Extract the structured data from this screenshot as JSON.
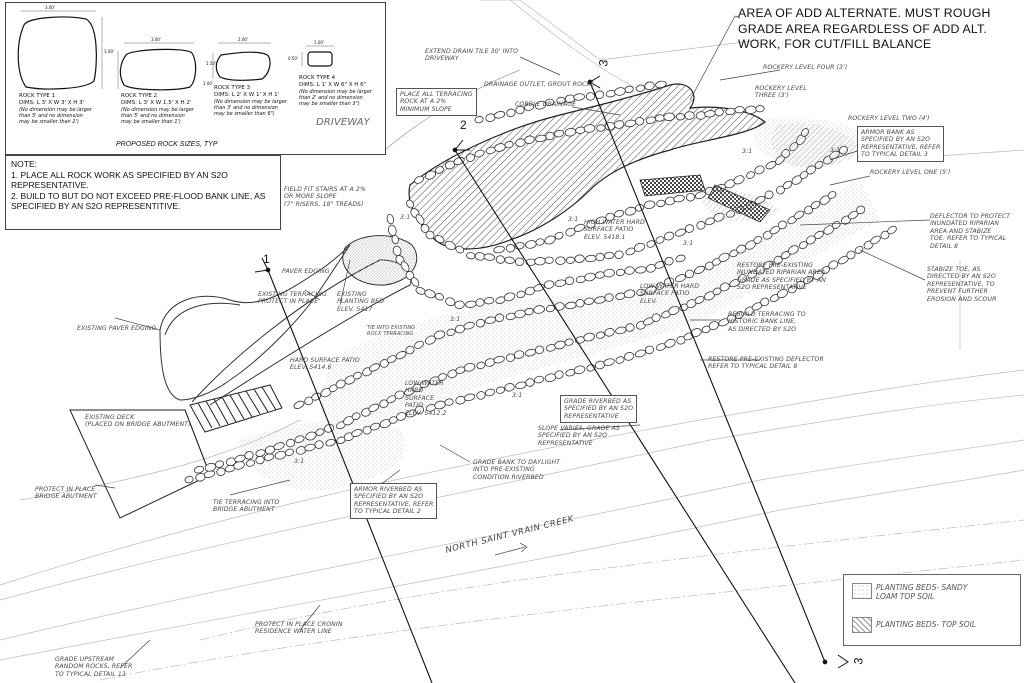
{
  "header_note": "AREA OF ADD ALTERNATE. MUST ROUGH GRADE AREA REGARDLESS OF ADD ALT. WORK, FOR CUT/FILL BALANCE",
  "rock_legend": {
    "title": "PROPOSED ROCK SIZES, TYP",
    "types": [
      {
        "name": "ROCK TYPE 1",
        "dims": "DIMS: L 3' X W 3' X H 3'",
        "note": "(No dimension may be larger\nthan 5' and no dimension\nmay be smaller than 2')",
        "dim_top": "3.00'",
        "dim_side": "3.00'"
      },
      {
        "name": "ROCK TYPE 2",
        "dims": "DIMS: L 3' X W 1.5' X H 2'",
        "note": "(No dimension may be larger\nthan 5' and no dimension\nmay be smaller than 1')",
        "dim_top": "3.00'",
        "dim_side": "1.50'"
      },
      {
        "name": "ROCK TYPE 3",
        "dims": "DIMS: L 2' X W 1' X H 1'",
        "note": "(No dimension may be larger\nthan 3' and no dimension\nmay be smaller than 6\")",
        "dim_top": "2.00'",
        "dim_side": "1.00'"
      },
      {
        "name": "ROCK TYPE 4",
        "dims": "DIMS: L 1' X W 6\" X H 6\"",
        "note": "(No dimension may be larger\nthan 2' and no dimension\nmay be smaller than 3\")",
        "dim_top": "1.00'",
        "dim_side": "0.50'"
      }
    ]
  },
  "notes": {
    "heading": "NOTE:",
    "items": [
      "1. PLACE ALL ROCK WORK AS SPECIFIED BY AN S2O REPRESENTATIVE.",
      "2. BUILD TO BUT DO NOT EXCEED PRE-FLOOD BANK LINE, AS SPECIFIED BY AN S2O REPRESENTITIVE."
    ]
  },
  "soil_legend": [
    {
      "label": "PLANTING BEDS- SANDY\nLOAM TOP SOIL",
      "pattern": "dots"
    },
    {
      "label": "PLANTING BEDS- TOP SOIL",
      "pattern": "hatch"
    }
  ],
  "section_markers": [
    {
      "num": "1"
    },
    {
      "num": "2"
    },
    {
      "num": "3"
    },
    {
      "num": "3"
    }
  ],
  "plan_labels": {
    "driveway": "DRIVEWAY",
    "creek": "NORTH SAINT VRAIN CREEK",
    "extend_drain": "EXTEND DRAIN TILE 30' INTO\nDRIVEWAY",
    "drainage_outlet": "DRAINAGE OUTLET, GROUT ROCKS",
    "cobble_drainage": "COBBLE DRAINAGE",
    "terracing_slope": "PLACE ALL TERRACING\nROCK AT A 2%\nMINIMUM SLOPE",
    "rockery_four": "ROCKERY LEVEL FOUR (3')",
    "rockery_three": "ROCKERY LEVEL\nTHREE (3')",
    "rockery_two": "ROCKERY LEVEL TWO (4')",
    "rockery_one": "ROCKERY LEVEL ONE (5')",
    "armor_bank": "ARMOR BANK AS\nSPECIFIED BY AN S2O\nREPRESENTATIVE, REFER\nTO TYPICAL DETAIL 3",
    "deflector": "DEFLECTOR TO PROTECT\nINUNDATED RIPARIAN\nAREA AND STABIZE\nTOE. REFER TO TYPICAL\nDETAIL 8",
    "stabilize_toe": "STABIZE TOE, AS\nDIRECTED BY AN S2O\nREPRESENTATIVE, TO\nPREVENT FURTHER\nEROSION AND SCOUR",
    "field_fit_stairs": "FIELD FIT STAIRS AT A 2%\nOR MORE SLOPE\n(7\" RISERS, 18\" TREADS)",
    "high_water_patio": "HIGH WATER HARD\nSURFACE PATIO\nELEV. 5418.1",
    "paver_edging": "PAVER EDGING",
    "existing_terracing": "EXISTING TERRACING\nPROTECT IN PLACE",
    "existing_planting": "EXISTING\nPLANTING BED\nELEV. 5417",
    "existing_paver_edging": "EXISTING PAVER EDGING",
    "tie_terracing": "TIE INTO EXISTING\nROCK TERRACING",
    "hard_surface_patio": "HARD SURFACE PATIO\nELEV. 5414.6",
    "restore_riparian": "RESTORE PRE-EXISTING\nINUNDATED RIPARIAN AREA.\nGRADE AS SPECIFIED BY AN\nS2O REPRESENTATIVE",
    "low_water_patio_right": "LOW WATER HARD\nSURFACE PATIO\nELEV.",
    "rebuild_terracing": "REBUILD TERRACING TO\nHISTORIC BANK LINE,\nAS DIRECTED BY S2O",
    "restore_deflector": "RESTORE PRE-EXISTING DEFLECTOR\nREFER TO TYPICAL DETAIL 8",
    "low_water_patio_left": "LOW WATER\nHARD\nSURFACE\nPATIO\nELEV. 5412.2",
    "grade_riverbed": "GRADE RIVERBED AS\nSPECIFIED BY AN S2O\nREPRESENTATIVE",
    "slope_varies": "SLOPE VARIES, GRADE AS\nSPECIFIED BY AN S2O\nREPRESENTATIVE",
    "existing_deck": "EXISTING DECK\n(PLACED ON BRIDGE ABUTMENT)",
    "protect_abutment": "PROTECT IN PLACE\nBRIDGE ABUTMENT",
    "tie_abutment": "TIE TERRACING INTO\nBRIDGE ABUTMENT",
    "grade_bank": "GRADE BANK TO DAYLIGHT\nINTO PRE-EXISTING\nCONDITION RIVERBED",
    "armor_riverbed": "ARMOR RIVERBED AS\nSPECIFIED BY AN S2O\nREPRESENTATIVE, REFER\nTO TYPICAL DETAIL 2",
    "protect_cronin": "PROTECT IN PLACE CRONIN\nRESIDENCE WATER LINE",
    "grade_upstream": "GRADE UPSTREAM\nRANDOM ROCKS, REFER\nTO TYPICAL DETAIL 13",
    "slope_marks": [
      "3:1",
      "3:1",
      "3:1",
      "3:1",
      "3:1",
      "3:1",
      "3:1",
      "3:1"
    ]
  }
}
